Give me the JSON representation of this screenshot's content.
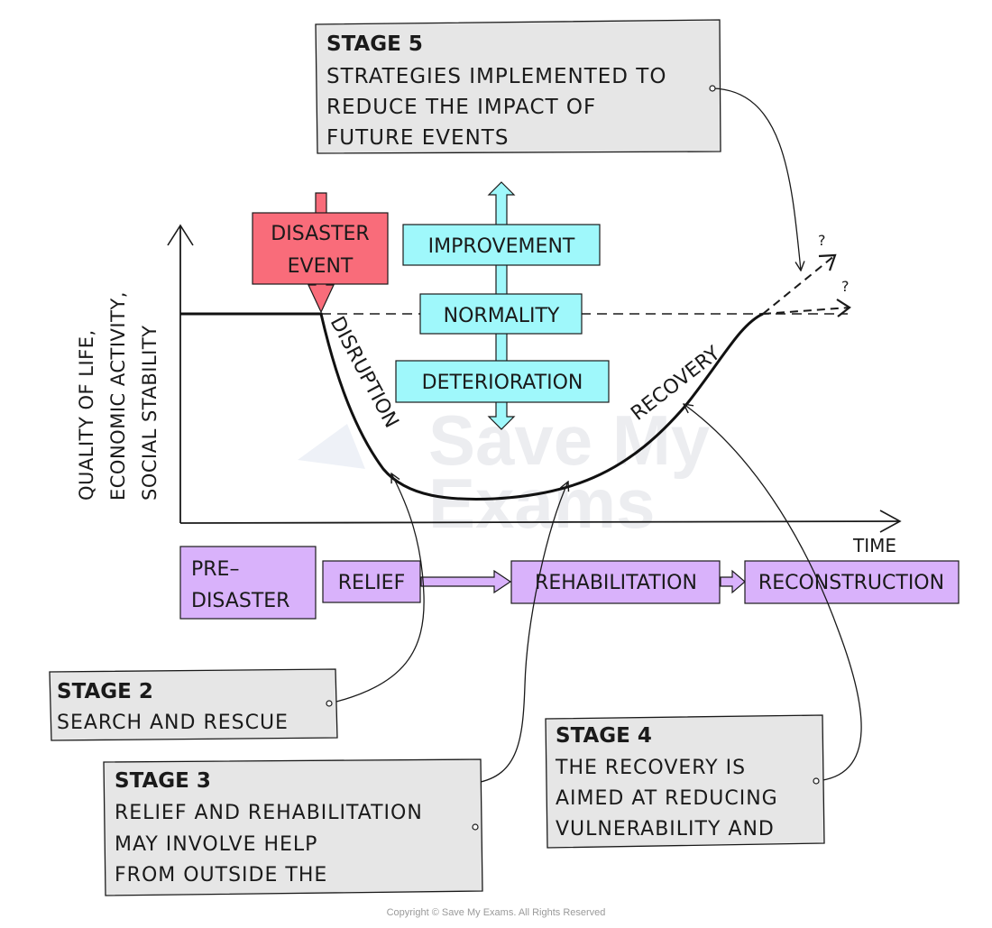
{
  "axes": {
    "y_label_lines": [
      "QUALITY OF LIFE,",
      "ECONOMIC ACTIVITY,",
      "SOCIAL STABILITY"
    ],
    "x_label": "TIME"
  },
  "disaster_event": {
    "lines": [
      "DISASTER",
      "EVENT"
    ],
    "color": "#f96c7a"
  },
  "levels": {
    "improvement": "IMPROVEMENT",
    "normality": "NORMALITY",
    "deterioration": "DETERIORATION",
    "color": "#9ff8fb"
  },
  "curve_labels": {
    "disruption": "DISRUPTION",
    "recovery": "RECOVERY"
  },
  "outcome_marks": [
    "?",
    "?"
  ],
  "phases": {
    "pre_disaster": [
      "PRE–",
      "DISASTER"
    ],
    "relief": "RELIEF",
    "rehabilitation": "REHABILITATION",
    "reconstruction": "RECONSTRUCTION",
    "color": "#d9b2fb"
  },
  "stages": {
    "stage2": {
      "title": "STAGE 2",
      "lines": [
        "SEARCH AND RESCUE"
      ]
    },
    "stage3": {
      "title": "STAGE 3",
      "lines": [
        "RELIEF AND REHABILITATION",
        "MAY INVOLVE HELP",
        "FROM OUTSIDE THE"
      ]
    },
    "stage4": {
      "title": "STAGE 4",
      "lines": [
        "THE RECOVERY IS",
        "AIMED AT REDUCING",
        "VULNERABILITY AND"
      ]
    },
    "stage5": {
      "title": "STAGE 5",
      "lines": [
        "STRATEGIES IMPLEMENTED TO",
        "REDUCE THE IMPACT OF",
        "FUTURE EVENTS"
      ]
    },
    "box_color": "#e6e6e6"
  },
  "watermark": [
    "Save My",
    "Exams"
  ],
  "copyright": "Copyright © Save My Exams. All Rights Reserved"
}
